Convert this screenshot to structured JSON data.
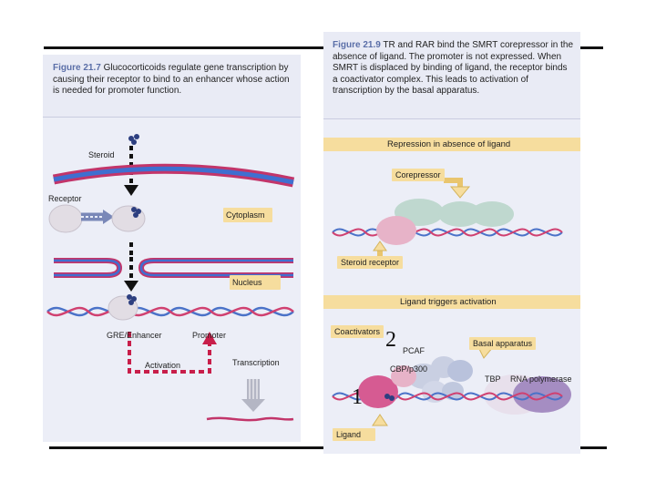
{
  "left_figure": {
    "fig_label": "Figure 21.7",
    "caption": "Glucocorticoids regulate gene transcription by causing their receptor to bind to an enhancer whose action is needed for promoter function.",
    "labels": {
      "steroid": "Steroid",
      "receptor": "Receptor",
      "cytoplasm": "Cytoplasm",
      "nucleus": "Nucleus",
      "gre_enhancer": "GRE/Enhancer",
      "promoter": "Promoter",
      "activation": "Activation",
      "transcription": "Transcription"
    }
  },
  "right_figure": {
    "fig_label": "Figure 21.9",
    "caption": "TR and RAR bind the SMRT corepressor in the absence of ligand. The promoter is not expressed. When SMRT is displaced by binding of ligand, the receptor binds a coactivator complex. This leads to activation of transcription by the basal apparatus.",
    "band_repression": "Repression in absence of ligand",
    "band_activation": "Ligand triggers activation",
    "labels": {
      "corepressor": "Corepressor",
      "steroid_receptor": "Steroid receptor",
      "coactivators": "Coactivators",
      "pcaf": "PCAF",
      "cbp": "CBP/p300",
      "basal_apparatus": "Basal apparatus",
      "tbp": "TBP",
      "rna_polymerase": "RNA polymerase",
      "ligand": "Ligand"
    }
  },
  "overlay_numbers": {
    "one": "1",
    "two": "2"
  },
  "colors": {
    "tag_fill": "#f6dd9e",
    "membrane_blue": "#3f6fd0",
    "membrane_red": "#c2356a",
    "dna_blue": "#4a72c8",
    "dna_red": "#d04070",
    "arrow_red": "#c81e4a",
    "panel_bg": "#eceef7"
  }
}
